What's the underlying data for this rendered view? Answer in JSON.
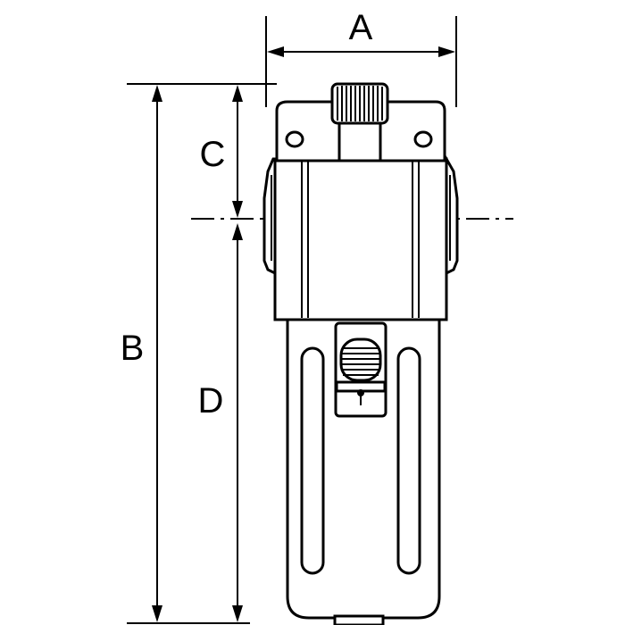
{
  "dimensions": {
    "a_label": "A",
    "b_label": "B",
    "c_label": "C",
    "d_label": "D"
  },
  "colors": {
    "line": "#000000",
    "fill": "#ffffff"
  }
}
